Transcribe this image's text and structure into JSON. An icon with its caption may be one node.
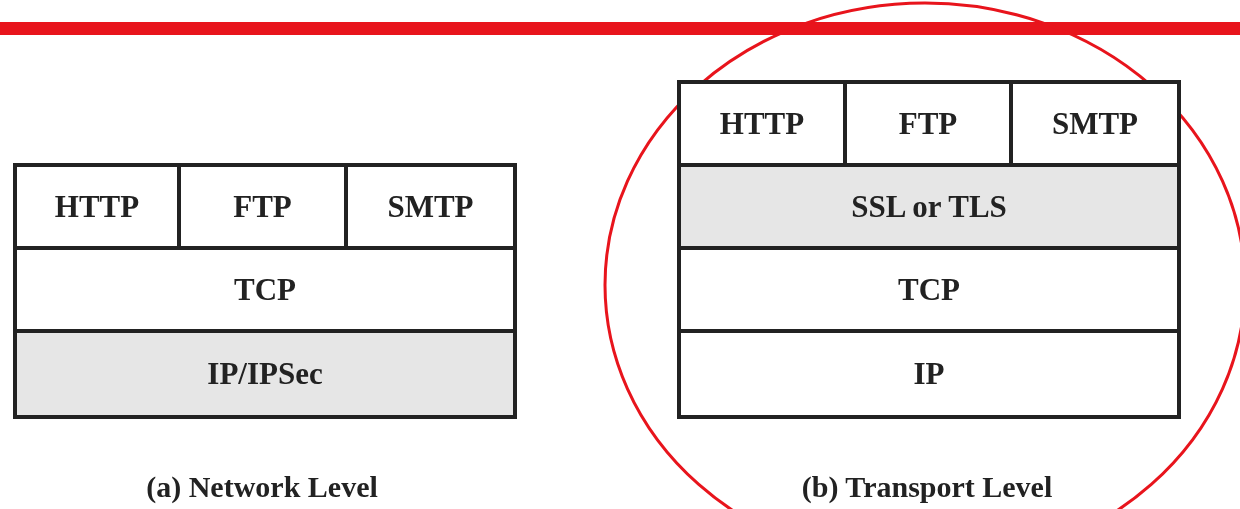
{
  "diagram": {
    "nodes": [
      {
        "text": [
          "HTTP"
        ]
      },
      {
        "text": [
          "FTP"
        ]
      },
      {
        "text": [
          "SMTP"
        ]
      },
      {
        "text": [
          "TCP"
        ]
      },
      {
        "text": [
          "IP/IPSec"
        ]
      },
      {
        "text": [
          "HTTP"
        ]
      },
      {
        "text": [
          "FTP"
        ]
      },
      {
        "text": [
          "SMTP"
        ]
      },
      {
        "text": [
          "SSL or TLS"
        ]
      },
      {
        "text": [
          "TCP"
        ]
      },
      {
        "text": [
          "IP"
        ]
      }
    ],
    "labels": [
      "(a) Network Level",
      "(b) Transport Level"
    ]
  }
}
